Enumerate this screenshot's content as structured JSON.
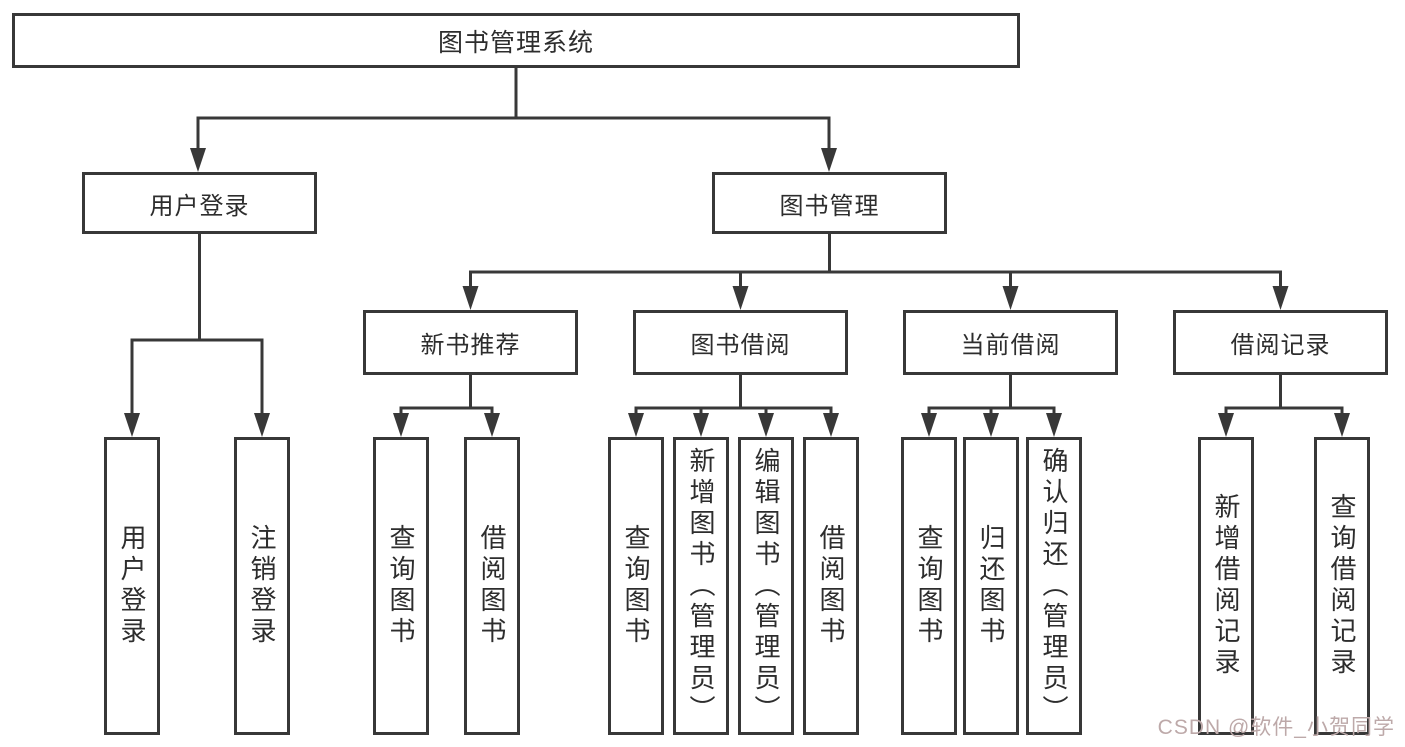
{
  "title": {
    "label": "图书管理系统"
  },
  "level2": {
    "user_login": {
      "label": "用户登录"
    },
    "book_mgmt": {
      "label": "图书管理"
    }
  },
  "level3": {
    "new_book": {
      "label": "新书推荐"
    },
    "borrow": {
      "label": "图书借阅"
    },
    "current": {
      "label": "当前借阅"
    },
    "records": {
      "label": "借阅记录"
    }
  },
  "leaves": {
    "login": {
      "label": "用户登录"
    },
    "logout": {
      "label": "注销登录"
    },
    "nb_query": {
      "label": "查询图书"
    },
    "nb_borrow": {
      "label": "借阅图书"
    },
    "bw_query": {
      "label": "查询图书"
    },
    "bw_add": {
      "label": "新增图书（管理员）"
    },
    "bw_edit": {
      "label": "编辑图书（管理员）"
    },
    "bw_borrow": {
      "label": "借阅图书"
    },
    "cb_query": {
      "label": "查询图书"
    },
    "cb_return": {
      "label": "归还图书"
    },
    "cb_confirm": {
      "label": "确认归还（管理员）"
    },
    "rec_add": {
      "label": "新增借阅记录"
    },
    "rec_query": {
      "label": "查询借阅记录"
    }
  },
  "watermark": {
    "text": "CSDN @软件_小贺同学"
  },
  "colors": {
    "line": "#383838",
    "text": "#2d2d2d",
    "watermark": "#bda9a9",
    "background": "#ffffff"
  }
}
